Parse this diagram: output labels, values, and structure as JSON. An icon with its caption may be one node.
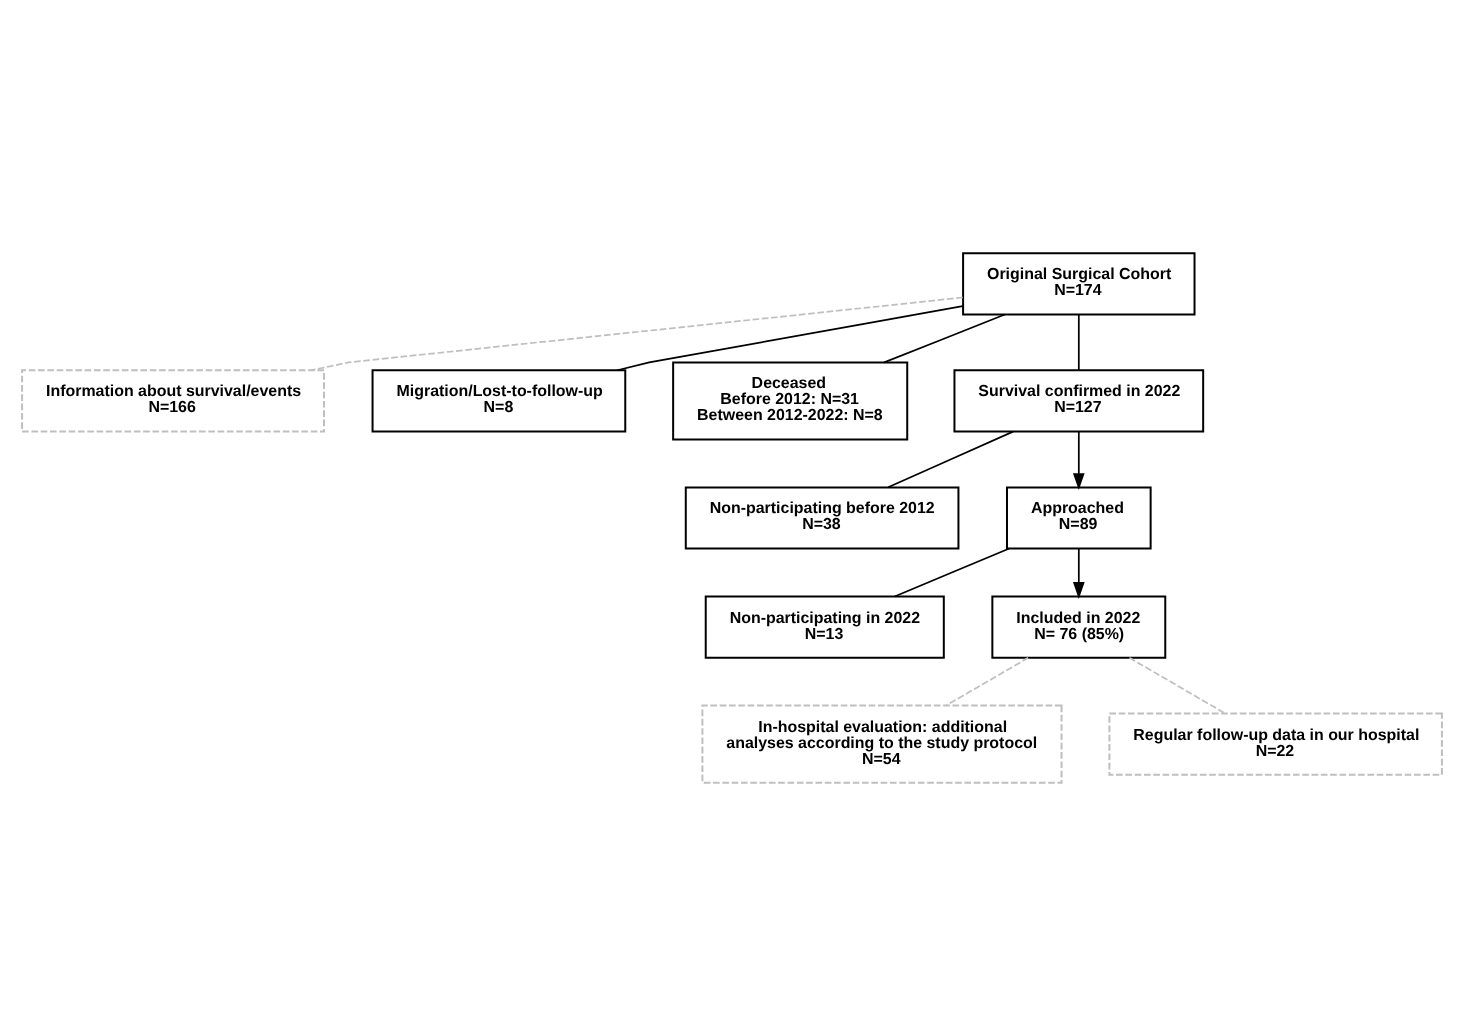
{
  "diagram": {
    "nodes": [
      {
        "text": [
          "Original Surgical Cohort",
          "N=174"
        ]
      },
      {
        "text": [
          "Information about survival/events",
          "N=166"
        ]
      },
      {
        "text": [
          "Migration/Lost-to-follow-up",
          "N=8"
        ]
      },
      {
        "text": [
          "Deceased",
          "Before 2012: N=31",
          "Between 2012-2022: N=8"
        ]
      },
      {
        "text": [
          "Survival confirmed in 2022",
          "N=127"
        ]
      },
      {
        "text": [
          "Non-participating before 2012",
          "N=38"
        ]
      },
      {
        "text": [
          "Approached",
          "N=89"
        ]
      },
      {
        "text": [
          "Non-participating in 2022",
          "N=13"
        ]
      },
      {
        "text": [
          "Included in 2022",
          "N= 76 (85%)"
        ]
      },
      {
        "text": [
          "In-hospital evaluation: additional analyses according to the study protocol",
          "N=54"
        ]
      },
      {
        "text": [
          "Regular follow-up data in our hospital",
          "N=22"
        ]
      }
    ],
    "edges": [
      {
        "from": 0,
        "to": 1,
        "arrow": "none",
        "style": "dashed",
        "color": "#bfbfbf"
      },
      {
        "from": 0,
        "to": 2,
        "arrow": "none"
      },
      {
        "from": 0,
        "to": 3,
        "arrow": "none"
      },
      {
        "from": 0,
        "to": 4,
        "arrow": "none"
      },
      {
        "from": 4,
        "to": 5,
        "arrow": "none"
      },
      {
        "from": 4,
        "to": 6,
        "arrow": "to"
      },
      {
        "from": 6,
        "to": 7,
        "arrow": "none"
      },
      {
        "from": 6,
        "to": 8,
        "arrow": "to"
      },
      {
        "from": 8,
        "to": 9,
        "arrow": "none",
        "style": "dashed",
        "color": "#bfbfbf"
      },
      {
        "from": 8,
        "to": 10,
        "arrow": "none",
        "style": "dashed",
        "color": "#bfbfbf"
      }
    ]
  }
}
